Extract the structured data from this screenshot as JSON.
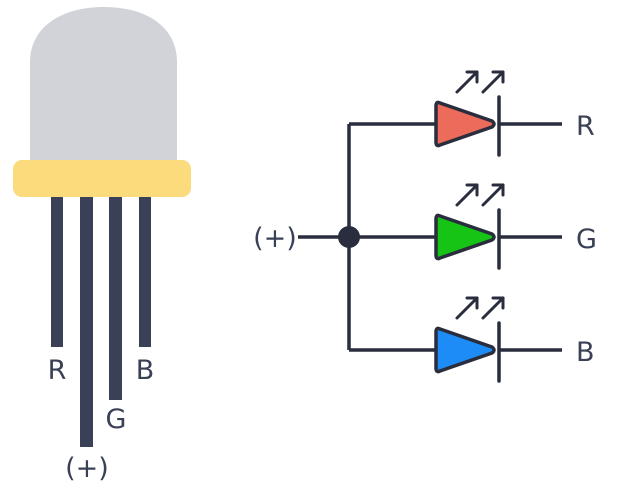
{
  "led_labels": {
    "red": "R",
    "green": "G",
    "blue": "B",
    "anode": "(+)"
  },
  "schematic_labels": {
    "anode": "(+)",
    "red": "R",
    "green": "G",
    "blue": "B"
  },
  "colors": {
    "dome": "#d2d3d9",
    "rim": "#fbdb7c",
    "leads": "#3a4055",
    "wire": "#292d3d",
    "red_diode": "#ec6b5a",
    "green_diode": "#16c416",
    "blue_diode": "#1e8cf7"
  },
  "icons": {
    "emission_arrows": "light-emission-arrows-icon"
  }
}
